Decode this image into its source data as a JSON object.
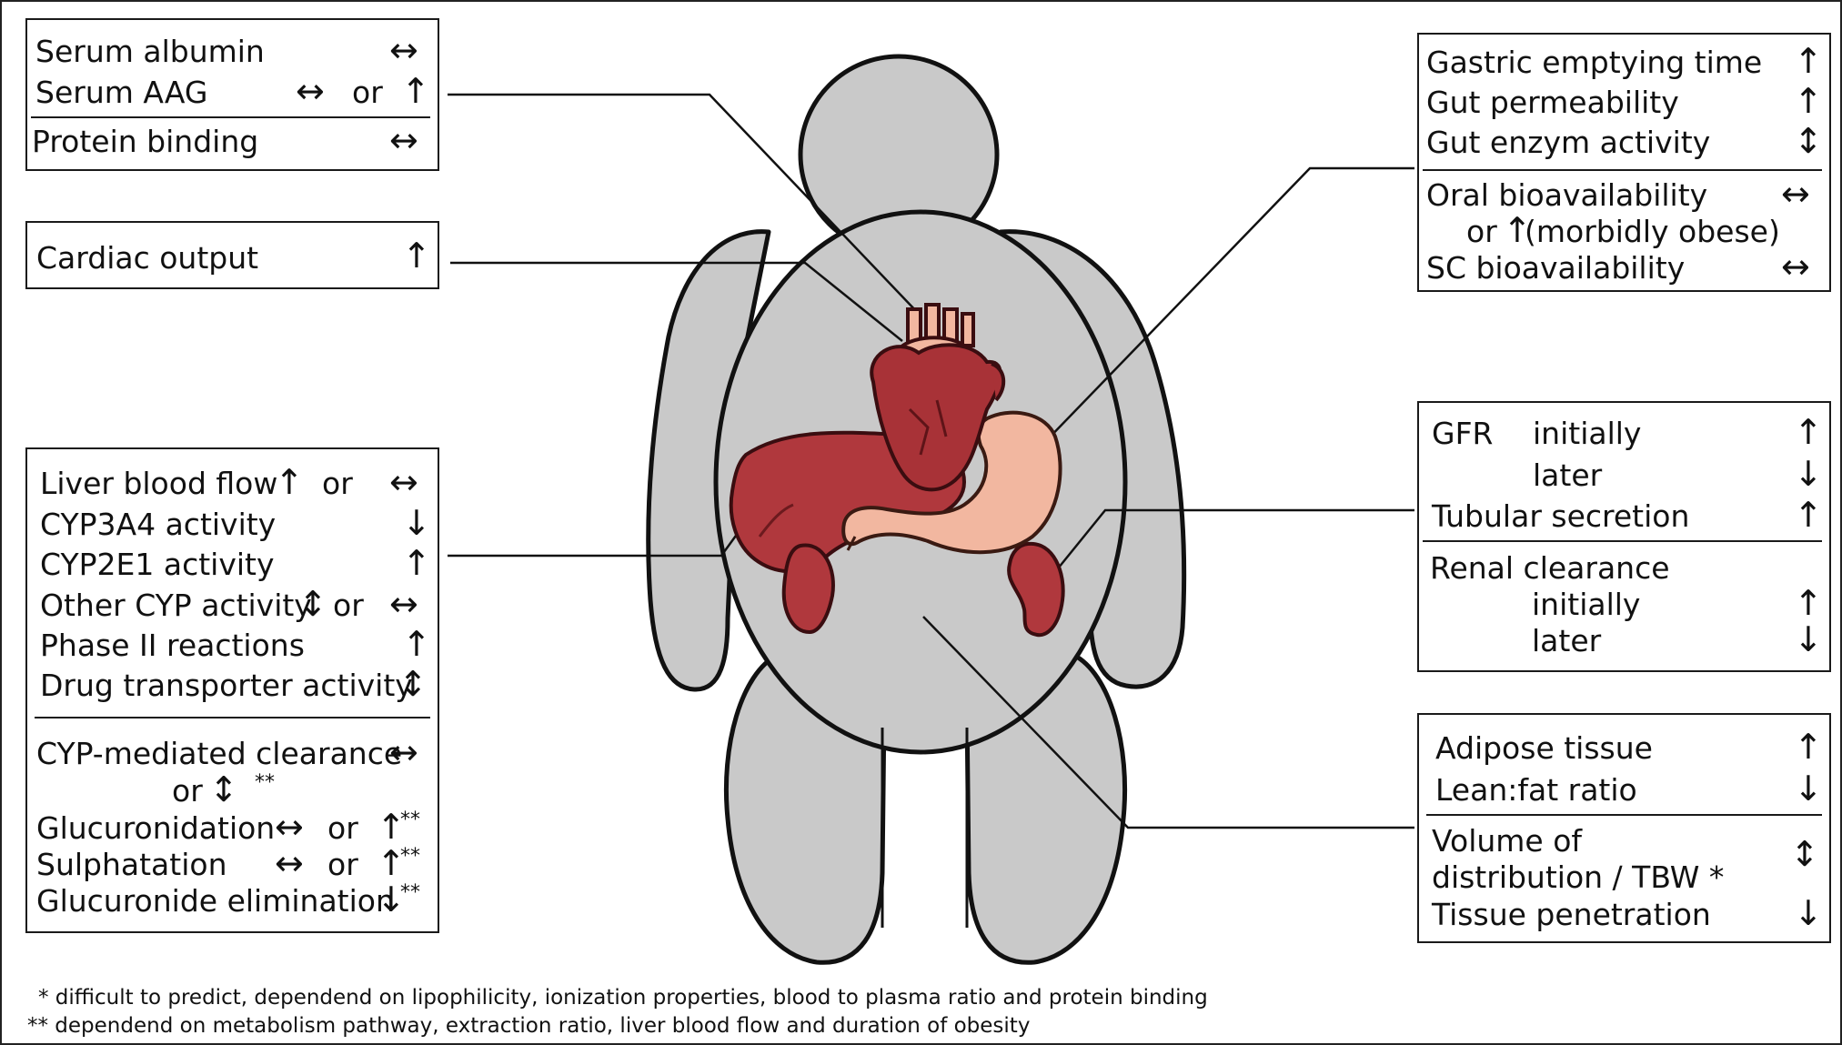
{
  "arrows": {
    "up": "↑",
    "down": "↓",
    "both": "↔",
    "updown": "↕"
  },
  "colors": {
    "body_fill": "#c9c9c9",
    "organ_red": "#b0383d",
    "organ_dark": "#7c1f23",
    "stomach_pink": "#f2b7a0",
    "outline": "#1a1a1a"
  },
  "boxes": {
    "protein": {
      "serum_albumin": "Serum albumin",
      "serum_aag": "Serum AAG",
      "or": "or",
      "protein_binding": "Protein binding"
    },
    "cardiac": {
      "cardiac_output": "Cardiac output"
    },
    "liver": {
      "liver_blood_flow": "Liver blood flow",
      "or": "or",
      "cyp3a4": "CYP3A4 activity",
      "cyp2e1": "CYP2E1 activity",
      "other_cyp": "Other CYP activity",
      "phase2": "Phase II reactions",
      "transporter": "Drug transporter activity",
      "cyp_clearance": "CYP-mediated clearance",
      "double_star": "**",
      "glucuronidation": "Glucuronidation",
      "sulphatation": "Sulphatation",
      "glucuronide_elim": "Glucuronide elimination"
    },
    "gut": {
      "gastric_emptying": "Gastric emptying time",
      "gut_permeability": "Gut permeability",
      "gut_enzym": "Gut enzym activity",
      "oral_bio": "Oral bioavailability",
      "or": "or",
      "morbidly_obese": "(morbidly obese)",
      "sc_bio": "SC bioavailability"
    },
    "renal": {
      "gfr": "GFR",
      "initially": "initially",
      "later": "later",
      "tubular": "Tubular secretion",
      "renal_clearance": "Renal clearance"
    },
    "tissue": {
      "adipose": "Adipose tissue",
      "lean_fat": "Lean:fat ratio",
      "volume_of": "Volume of",
      "distribution": "distribution / TBW *",
      "penetration": "Tissue penetration"
    }
  },
  "footnotes": {
    "single": "* difficult to predict, dependend on lipophilicity, ionization properties, blood to plasma ratio and protein binding",
    "double": "** dependend on metabolism pathway, extraction ratio, liver blood flow and duration of obesity"
  }
}
